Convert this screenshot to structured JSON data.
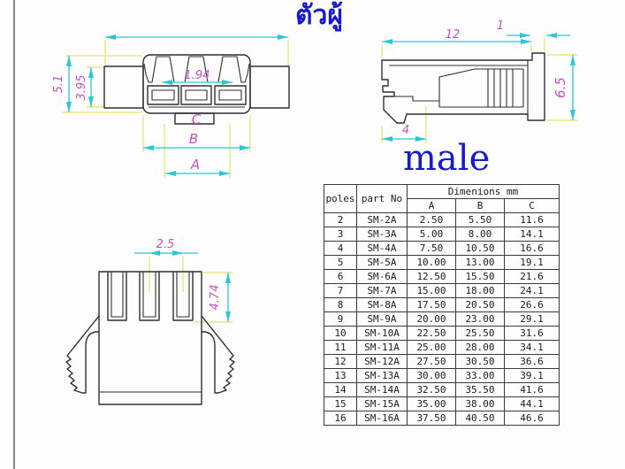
{
  "page": {
    "title_thai": "ตัวผู้",
    "title_english": "male"
  },
  "colors": {
    "dimension_line": "#2bc7d4",
    "extension_line": "#ece87e",
    "dimension_text": "#c653c6",
    "title_text": "#1a1acd",
    "drawing_line": "#2f2f2f",
    "background": "#fdfdfd"
  },
  "views": {
    "front": {
      "dims": {
        "overall_height": "5.1",
        "inner_height": "3.95",
        "slot_span": "1.94",
        "dim_a": "A",
        "dim_b": "B",
        "dim_c": "C"
      }
    },
    "side": {
      "dims": {
        "body_length": "12",
        "flange_width": "1",
        "height": "6.5",
        "latch_length": "4"
      }
    },
    "top": {
      "dims": {
        "slot_pitch": "2.5",
        "slot_depth": "4.74"
      }
    }
  },
  "table": {
    "headers": {
      "poles": "poles",
      "part_no": "part No",
      "dimensions_group": "Dimenions mm",
      "col_a": "A",
      "col_b": "B",
      "col_c": "C"
    },
    "rows": [
      [
        "2",
        "SM-2A",
        "2.50",
        "5.50",
        "11.6"
      ],
      [
        "3",
        "SM-3A",
        "5.00",
        "8.00",
        "14.1"
      ],
      [
        "4",
        "SM-4A",
        "7.50",
        "10.50",
        "16.6"
      ],
      [
        "5",
        "SM-5A",
        "10.00",
        "13.00",
        "19.1"
      ],
      [
        "6",
        "SM-6A",
        "12.50",
        "15.50",
        "21.6"
      ],
      [
        "7",
        "SM-7A",
        "15.00",
        "18.00",
        "24.1"
      ],
      [
        "8",
        "SM-8A",
        "17.50",
        "20.50",
        "26.6"
      ],
      [
        "9",
        "SM-9A",
        "20.00",
        "23.00",
        "29.1"
      ],
      [
        "10",
        "SM-10A",
        "22.50",
        "25.50",
        "31.6"
      ],
      [
        "11",
        "SM-11A",
        "25.00",
        "28.00",
        "34.1"
      ],
      [
        "12",
        "SM-12A",
        "27.50",
        "30.50",
        "36.6"
      ],
      [
        "13",
        "SM-13A",
        "30.00",
        "33.00",
        "39.1"
      ],
      [
        "14",
        "SM-14A",
        "32.50",
        "35.50",
        "41.6"
      ],
      [
        "15",
        "SM-15A",
        "35.00",
        "38.00",
        "44.1"
      ],
      [
        "16",
        "SM-16A",
        "37.50",
        "40.50",
        "46.6"
      ]
    ]
  }
}
